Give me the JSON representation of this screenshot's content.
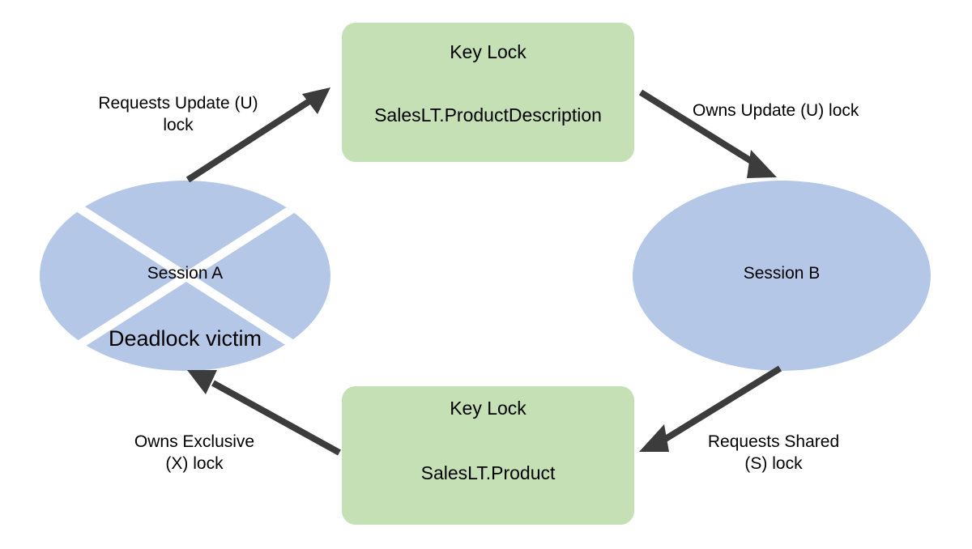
{
  "diagram": {
    "title": "SQL Server deadlock cycle diagram",
    "colors": {
      "resource_fill": "#c5e0b4",
      "session_fill": "#b4c7e7",
      "arrow": "#3c3c3c",
      "text": "#000000",
      "background": "#ffffff",
      "victim_cross": "#ffffff"
    },
    "nodes": {
      "session_a": {
        "label": "Session A",
        "victim_label": "Deadlock victim",
        "shape": "ellipse"
      },
      "session_b": {
        "label": "Session B",
        "shape": "ellipse"
      },
      "resource_top": {
        "title": "Key Lock",
        "subtitle": "SalesLT.ProductDescription",
        "shape": "rounded-rectangle"
      },
      "resource_bottom": {
        "title": "Key Lock",
        "subtitle": "SalesLT.Product",
        "shape": "rounded-rectangle"
      }
    },
    "edges": {
      "a_requests_u": {
        "label": "Requests Update (U)\nlock",
        "from": "session_a",
        "to": "resource_top"
      },
      "b_owns_u": {
        "label": "Owns Update (U) lock",
        "from": "resource_top",
        "to": "session_b"
      },
      "b_requests_s": {
        "label": "Requests Shared\n(S) lock",
        "from": "session_b",
        "to": "resource_bottom"
      },
      "a_owns_x": {
        "label": "Owns Exclusive\n(X) lock",
        "from": "resource_bottom",
        "to": "session_a"
      }
    }
  }
}
